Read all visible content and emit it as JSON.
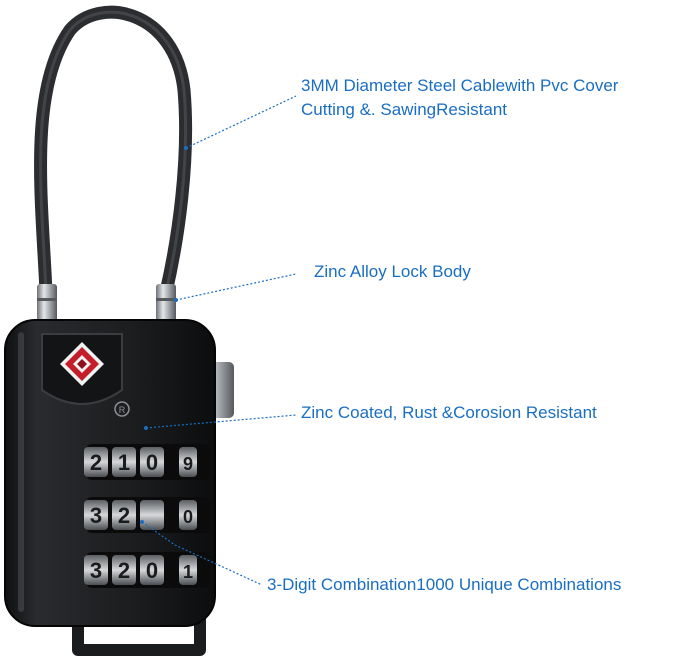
{
  "colors": {
    "accent": "#1a6ec2",
    "lock_body": "#1e1f21",
    "tsa_red": "#c41e2a",
    "metal": "#b9bdc2"
  },
  "callouts": {
    "cable": {
      "line1": "3MM Diameter Steel Cablewith Pvc Cover",
      "line2": "Cutting &. SawingResistant"
    },
    "body": {
      "text": "Zinc Alloy Lock Body"
    },
    "coating": {
      "text": "Zinc Coated, Rust &Corosion Resistant"
    },
    "combination": {
      "text": "3-Digit Combination1000 Unique Combinations"
    }
  },
  "product": {
    "icons": [
      "cable-lock-image",
      "tsa-diamond-icon",
      "registered-mark-icon"
    ],
    "registered_mark": "R",
    "dials": [
      [
        "2",
        "1",
        "0",
        "9"
      ],
      [
        "3",
        "2",
        "",
        "0"
      ],
      [
        "3",
        "2",
        "0",
        "1"
      ]
    ]
  }
}
